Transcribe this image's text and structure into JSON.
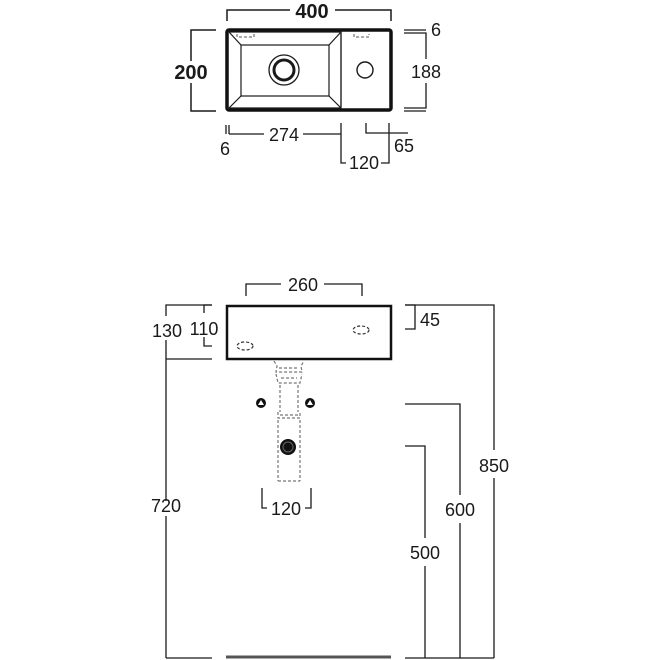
{
  "drawing": {
    "title": "Wall-hung basin technical drawing",
    "colors": {
      "line": "#1a1a1a",
      "outline": "#111111",
      "dashed": "#777777",
      "floor": "#555555"
    }
  },
  "top_view": {
    "dim_width": "400",
    "dim_depth": "200",
    "dim_inner_depth": "188",
    "dim_rim_right": "6",
    "dim_rim_left": "6",
    "dim_bowl_width": "274",
    "dim_tap_offset": "120",
    "dim_tap_from_edge": "65"
  },
  "front_view": {
    "dim_fixing_spacing": "260",
    "dim_total_height": "130",
    "dim_bowl_height": "110",
    "dim_fixing_from_top": "45",
    "dim_floor_to_bottom": "720",
    "dim_floor_to_top": "850",
    "dim_fixing_height": "600",
    "dim_waste_height": "500",
    "dim_supply_spacing": "120"
  }
}
